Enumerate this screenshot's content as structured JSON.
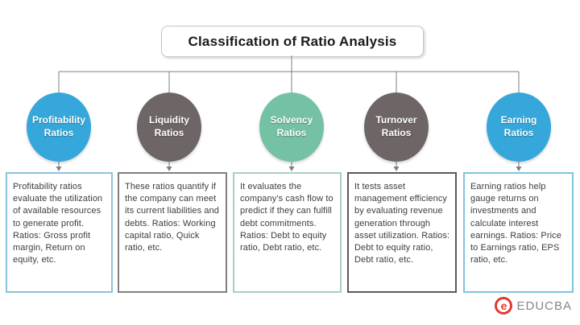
{
  "title": "Classification of Ratio Analysis",
  "connector_color": "#7f7f7f",
  "columns": [
    {
      "id": "profitability",
      "circle_label": "Profitability Ratios",
      "circle_color": "#35a7db",
      "box_border_color": "#8ec1da",
      "description": "Profitability ratios evaluate the utilization of available resources to generate profit. Ratios: Gross profit margin, Return on equity, etc."
    },
    {
      "id": "liquidity",
      "circle_label": "Liquidity Ratios",
      "circle_color": "#6e6666",
      "box_border_color": "#7f7f7f",
      "description": "These ratios quantify if the company can meet its current liabilities and debts. Ratios: Working capital ratio, Quick ratio, etc."
    },
    {
      "id": "solvency",
      "circle_label": "Solvency Ratios",
      "circle_color": "#74c1a4",
      "box_border_color": "#aecec2",
      "description": "It evaluates the company’s cash flow to predict if they can fulfill debt commitments. Ratios: Debt to equity ratio, Debt ratio, etc."
    },
    {
      "id": "turnover",
      "circle_label": "Turnover Ratios",
      "circle_color": "#6e6666",
      "box_border_color": "#595959",
      "description": "It tests asset management efficiency by evaluating revenue generation through asset utilization. Ratios: Debt to equity ratio, Debt ratio, etc."
    },
    {
      "id": "earning",
      "circle_label": "Earning Ratios",
      "circle_color": "#35a7db",
      "box_border_color": "#7fc4de",
      "description": "Earning ratios help gauge returns on investments and calculate interest earnings. Ratios: Price to Earnings ratio, EPS ratio, etc."
    }
  ],
  "logo": {
    "brand": "EDUCBA",
    "mark_glyph": "e",
    "mark_color": "#e23a2e",
    "text_color": "#8b8580"
  }
}
